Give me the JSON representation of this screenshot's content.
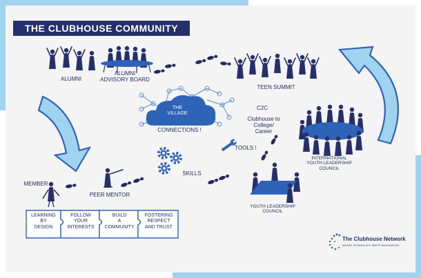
{
  "title": "THE CLUBHOUSE COMMUNITY",
  "labels": {
    "alumni": "ALUMNI",
    "alumni_advisory_board": "ALUMNI\nADVISORY BOARD",
    "teen_summit": "TEEN SUMMIT",
    "the_village": "THE\nVILLAGE",
    "connections": "CONNECTIONS !",
    "c2c": "C2C",
    "clubhouse_to_college": "Clubhouse to\nCollege/\nCareer",
    "tools": "TOOLS !",
    "skills": "SKILLS",
    "member": "MEMBER",
    "peer_mentor": "PEER MENTOR",
    "international_youth_leadership_council": "INTERNATIONAL\nYOUTH LEADERSHIP\nCOUNCIL",
    "youth_leadership_council": "YOUTH LEADERSHIP\nCOUNCIL"
  },
  "puzzle": [
    "LEARNING\nBY\nDESIGN",
    "FOLLOW\nYOUR\nINTERESTS",
    "BUILD\nA\nCOMMUNITY",
    "FOSTERING\nRESPECT\nAND TRUST"
  ],
  "logo": {
    "name": "The Clubhouse Network",
    "tagline": "WHERE TECHNOLOGY MEETS IMAGINATION"
  },
  "colors": {
    "navy": "#25306b",
    "blue": "#2f63b8",
    "light_blue": "#9fd3ef",
    "background": "#f4f4f4"
  }
}
